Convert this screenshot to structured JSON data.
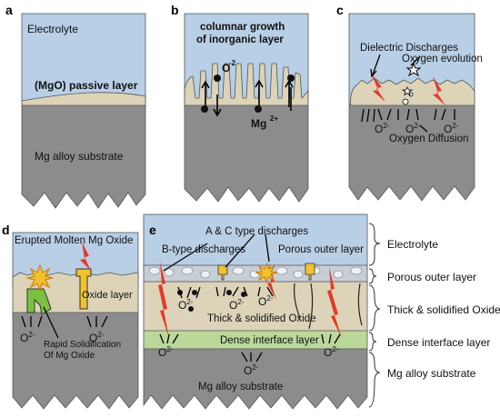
{
  "panels": [
    {
      "letter": "a",
      "texts": [
        "Electrolyte",
        "(MgO) passive layer",
        "Mg alloy substrate"
      ]
    },
    {
      "letter": "b",
      "texts": [
        "columnar growth",
        "of inorganic layer",
        "O",
        "-2",
        "Mg",
        "2+"
      ]
    },
    {
      "letter": "c",
      "texts": [
        "Dielectric Discharges",
        "Oxygen evolution",
        "Oxygen Diffusion"
      ]
    },
    {
      "letter": "d",
      "texts": [
        "Erupted Molten Mg Oxide",
        "Oxide layer",
        "Rapid Solidification",
        "Of Mg Oxide"
      ]
    },
    {
      "letter": "e",
      "texts": [
        "A & C type discharges",
        "B-type discharges",
        "Porous outer layer",
        "Thick & solidified Oxide",
        "Dense interface layer",
        "Mg alloy substrate"
      ]
    }
  ],
  "ion_label": "O",
  "ion_charge": "2-",
  "legend": [
    "Electrolyte",
    "Porous outer layer",
    "Thick & solidified Oxide",
    "Dense interface layer",
    "Mg alloy substrate"
  ],
  "colors": {
    "electrolyte": "#b8cfe6",
    "substrate": "#8c8c8c",
    "oxide": "#dcd3b8",
    "interface": "#bcd79a",
    "porous": "#c8ced6",
    "discharge": "#e23a2a",
    "yellow": "#f2c12e",
    "green": "#7ac143"
  }
}
